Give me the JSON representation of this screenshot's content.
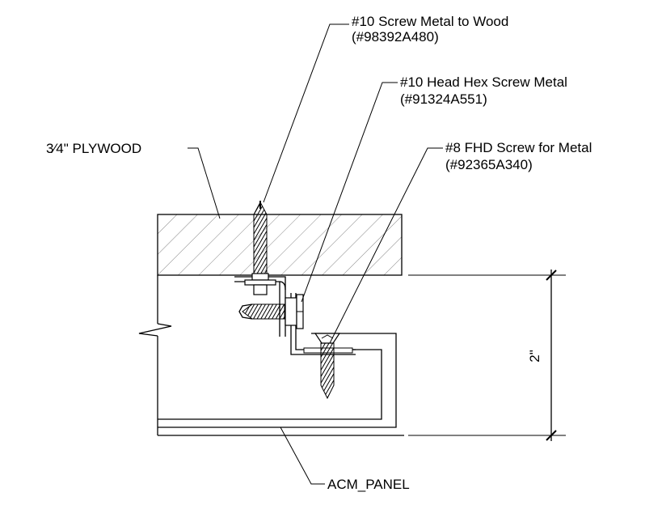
{
  "labels": {
    "plywood": "3⁄4\" PLYWOOD",
    "screw_metal_wood_name": "#10 Screw Metal to Wood",
    "screw_metal_wood_part": "(#98392A480)",
    "hex_screw_name": "#10 Head Hex Screw Metal",
    "hex_screw_part": "(#91324A551)",
    "fhd_screw_name": "#8 FHD Screw for Metal",
    "fhd_screw_part": "(#92365A340)",
    "panel": "ACM_PANEL",
    "dimension": "2\""
  },
  "colors": {
    "line": "#000000",
    "hatch": "#888888",
    "background": "#ffffff"
  }
}
